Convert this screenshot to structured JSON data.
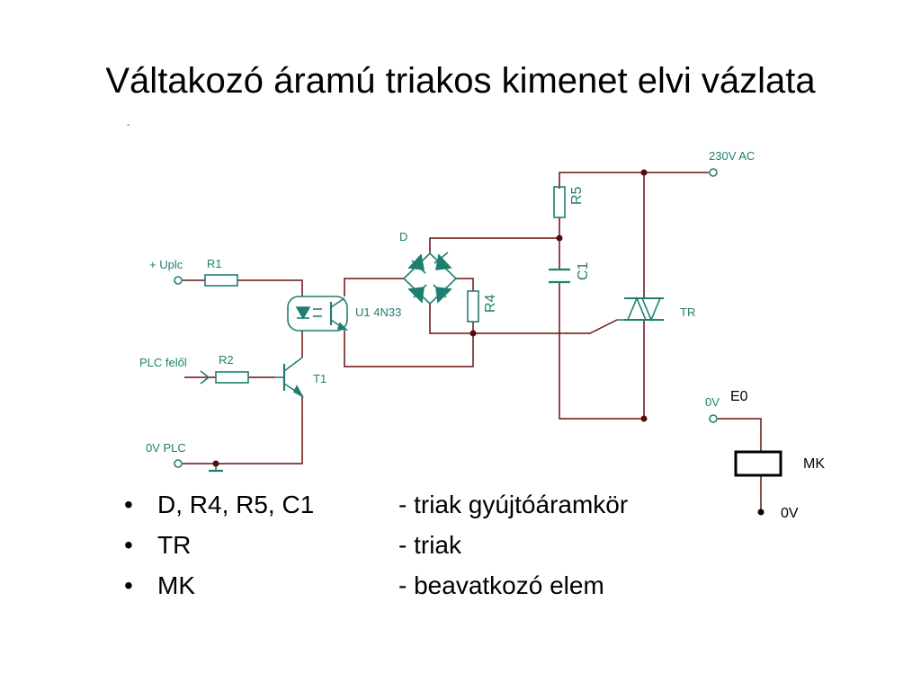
{
  "title": "Váltakozó áramú triakos kimenet elvi vázlata",
  "stray_mark": "-",
  "diagram": {
    "labels": {
      "ac": "230V AC",
      "r5": "R5",
      "d": "D",
      "c1": "C1",
      "r4": "R4",
      "uplc": "+ Uplc",
      "r1": "R1",
      "u1": "U1 4N33",
      "tr": "TR",
      "plc_felol": "PLC felől",
      "r2": "R2",
      "t1": "T1",
      "zero_plc": "0V PLC",
      "zero_v_in": "0V",
      "e0": "E0",
      "mk": "MK",
      "zero_v_out": "0V"
    },
    "colors": {
      "wire": "#6b0f0f",
      "component": "#1f7f6f",
      "dot": "#5a0a0a"
    }
  },
  "bullets": [
    {
      "term": "D, R4, R5, C1",
      "desc": "- triak gyújtóáramkör"
    },
    {
      "term": "TR",
      "desc": "- triak"
    },
    {
      "term": "MK",
      "desc": "- beavatkozó elem"
    }
  ],
  "bullet_symbol": "•"
}
